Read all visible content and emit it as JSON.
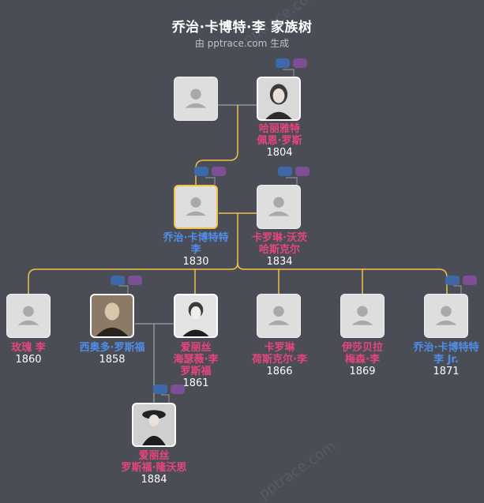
{
  "header": {
    "title": "乔治·卡博特·李 家族树",
    "subtitle": "由 pptrace.com 生成"
  },
  "watermark": "pptrace.com",
  "colors": {
    "background": "#4a4d55",
    "female_name": "#e8457d",
    "male_name": "#4f8ee8",
    "selected_border": "#f2c24a",
    "connector": "#f2c24a"
  },
  "people": {
    "father_of_george": {
      "name": "",
      "year": "",
      "gender": "unknown",
      "photo": false
    },
    "harriet": {
      "name_line1": "哈丽雅特",
      "name_line2": "佩恩·罗斯",
      "year": "1804",
      "gender": "female",
      "photo": true
    },
    "george": {
      "name_line1": "乔治·卡博特特",
      "name_line2": "李",
      "year": "1830",
      "gender": "male",
      "selected": true
    },
    "caroline_haskell": {
      "name_line1": "卡罗琳·沃茨",
      "name_line2": "哈斯克尔",
      "year": "1834",
      "gender": "female"
    },
    "rose": {
      "name_line1": "玫瑰 李",
      "year": "1860",
      "gender": "female"
    },
    "theodore": {
      "name_line1": "西奥多·罗斯福",
      "year": "1858",
      "gender": "male",
      "photo": true
    },
    "alice": {
      "name_line1": "爱丽丝",
      "name_line2": "海瑟薇·李",
      "name_line3": "罗斯福",
      "year": "1861",
      "gender": "female",
      "photo": true
    },
    "caroline": {
      "name_line1": "卡罗琳",
      "name_line2": "荷斯克尔·李",
      "year": "1866",
      "gender": "female"
    },
    "isabella": {
      "name_line1": "伊莎贝拉",
      "name_line2": "梅森·李",
      "year": "1869",
      "gender": "female"
    },
    "george_jr": {
      "name_line1": "乔治·卡博特特",
      "name_line2": "李 Jr.",
      "year": "1871",
      "gender": "male"
    },
    "alice_longworth": {
      "name_line1": "爱丽丝",
      "name_line2": "罗斯福·隆沃思",
      "year": "1884",
      "gender": "female",
      "photo": true
    }
  }
}
